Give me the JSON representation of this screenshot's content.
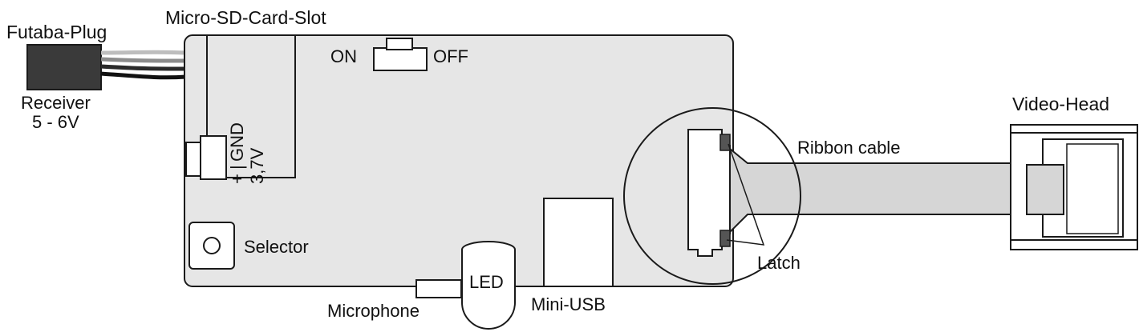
{
  "labels": {
    "futaba_plug": "Futaba-Plug",
    "receiver": "Receiver",
    "receiver_voltage": "5 - 6V",
    "micro_sd_slot": "Micro-SD-Card-Slot",
    "switch_on": "ON",
    "switch_off": "OFF",
    "pin_plus": "+",
    "pin_sep": "|",
    "pin_gnd": "GND",
    "pin_voltage": "3,7V",
    "selector": "Selector",
    "led": "LED",
    "microphone": "Microphone",
    "mini_usb": "Mini-USB",
    "ribbon_cable": "Ribbon cable",
    "latch": "Latch",
    "video_head": "Video-Head"
  },
  "colors": {
    "board_fill": "#e6e6e6",
    "stroke": "#1a1a1a",
    "plug_fill": "#3a3a3a",
    "ribbon_fill": "#d6d6d6",
    "wire_gray": "#9a9a9a"
  }
}
